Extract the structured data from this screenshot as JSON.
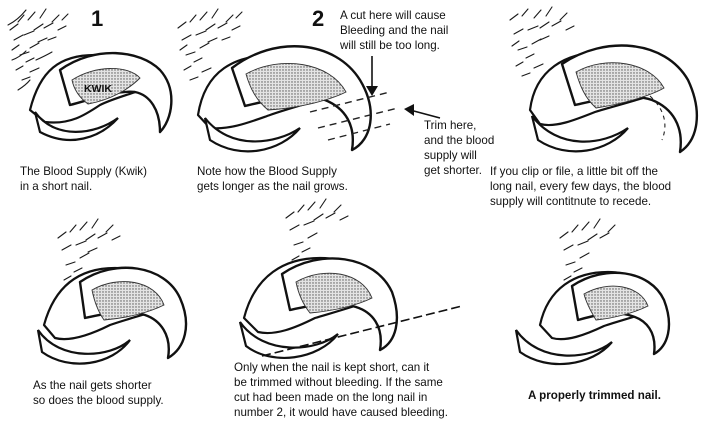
{
  "panels": [
    {
      "id": "panel-1",
      "number": "1",
      "label": "KWIK",
      "caption": [
        "The Blood Supply (Kwik)",
        "in a short nail."
      ]
    },
    {
      "id": "panel-2",
      "number": "2",
      "annotation_top": [
        "A cut here will cause",
        "Bleeding and the nail",
        "will still be too long."
      ],
      "annotation_side": [
        "Trim here,",
        "and the blood",
        "supply will",
        "get shorter."
      ],
      "caption": [
        "Note how the Blood Supply",
        "gets longer as the nail grows."
      ]
    },
    {
      "id": "panel-3",
      "caption": [
        "If you clip or file, a little bit off the",
        "long nail, every few days, the blood",
        "supply will contitnute to recede."
      ]
    },
    {
      "id": "panel-4",
      "caption": [
        "As the nail gets shorter",
        "so does the blood supply."
      ]
    },
    {
      "id": "panel-5",
      "caption": [
        "Only when the nail is kept short, can it",
        "be trimmed without bleeding. If the same",
        "cut had been made on the long nail in",
        "number 2, it would have caused bleeding."
      ]
    },
    {
      "id": "panel-6",
      "caption": [
        "A properly trimmed nail."
      ]
    }
  ]
}
